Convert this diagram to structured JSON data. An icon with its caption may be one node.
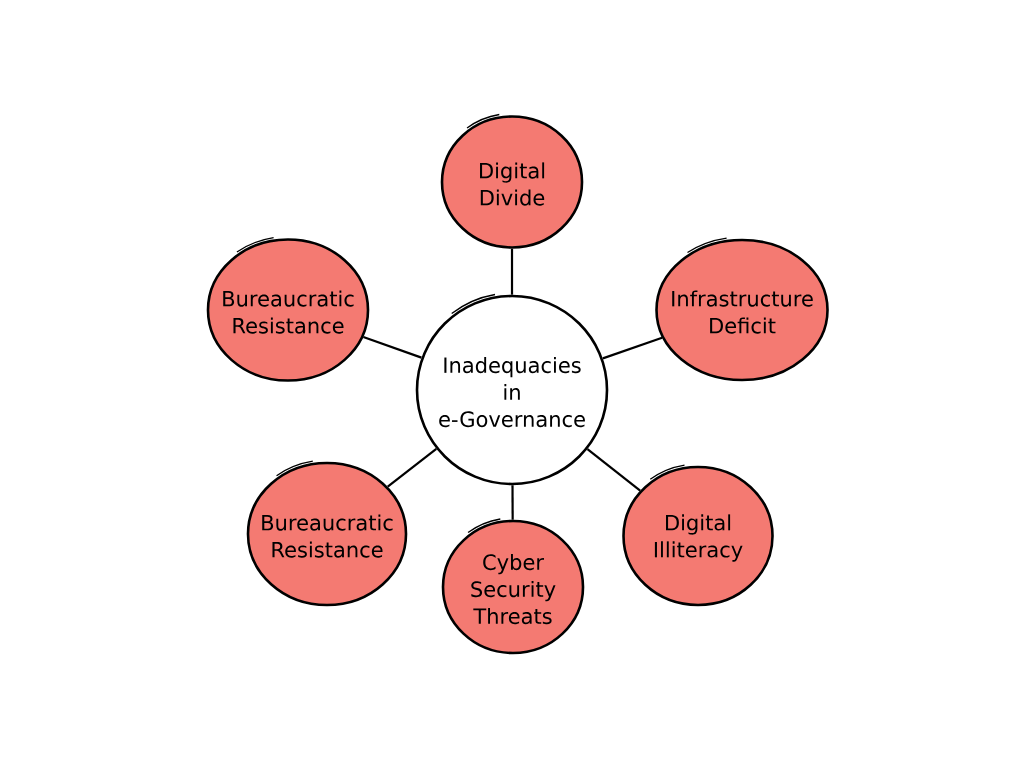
{
  "diagram": {
    "nodes": [
      {
        "text": [
          "Inadequacies in e-Governance"
        ]
      },
      {
        "text": [
          "Digital Divide"
        ]
      },
      {
        "text": [
          "Infrastructure Deficit"
        ]
      },
      {
        "text": [
          "Digital Illiteracy"
        ]
      },
      {
        "text": [
          "Cyber Security Threats"
        ]
      },
      {
        "text": [
          "Bureaucratic Resistance"
        ]
      },
      {
        "text": [
          "Bureaucratic Resistance"
        ]
      }
    ],
    "edges": [
      {
        "from": 0,
        "to": 1,
        "arrow": "none"
      },
      {
        "from": 0,
        "to": 2,
        "arrow": "none"
      },
      {
        "from": 0,
        "to": 3,
        "arrow": "none"
      },
      {
        "from": 0,
        "to": 4,
        "arrow": "none"
      },
      {
        "from": 0,
        "to": 5,
        "arrow": "none"
      },
      {
        "from": 0,
        "to": 6,
        "arrow": "none"
      }
    ]
  }
}
